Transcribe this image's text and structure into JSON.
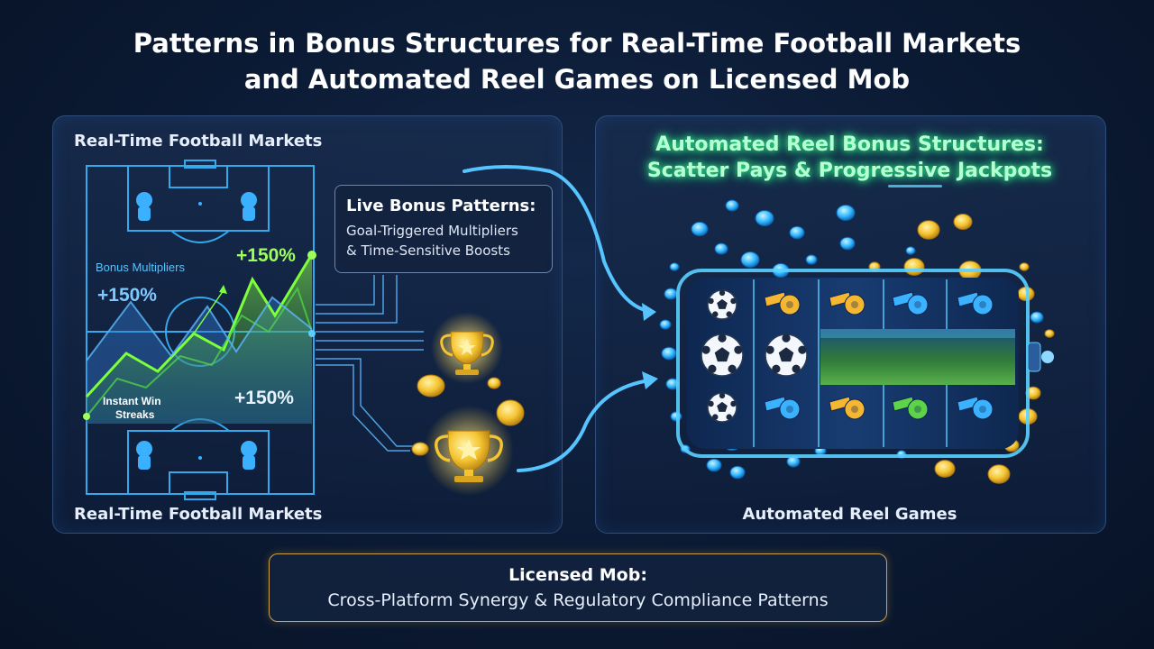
{
  "title": {
    "line1": "Patterns in Bonus Structures for Real-Time Football Markets",
    "line2": "and Automated Reel Games on Licensed Mob"
  },
  "left_panel": {
    "top_label": "Real-Time Football Markets",
    "bottom_label": "Real-Time Football Markets",
    "bonus_multipliers_label": "Bonus Multipliers",
    "pct_left": "+150%",
    "pct_top": "+150%",
    "pct_bottom": "+150%",
    "instant_win_line1": "Instant Win",
    "instant_win_line2": "Streaks"
  },
  "callout": {
    "title": "Live Bonus Patterns:",
    "line1": "Goal-Triggered Multipliers",
    "line2": "& Time-Sensitive Boosts"
  },
  "right_panel": {
    "heading_line1": "Automated Reel Bonus Structures:",
    "heading_line2": "Scatter Pays & Progressive Jackpots",
    "bottom_label": "Automated Reel Games"
  },
  "footer": {
    "line1": "Licensed Mob:",
    "line2": "Cross-Platform Synergy & Regulatory Compliance Patterns"
  },
  "colors": {
    "background": "#0b1a33",
    "neon_green": "#7dff3c",
    "pitch_blue": "#39b8ff",
    "gold": "#f5c431",
    "heading_glow": "#35ff9a"
  },
  "icons": [
    "soccer-ball-icon",
    "whistle-icon",
    "trophy-icon",
    "coin-icon",
    "stadium-icon"
  ]
}
